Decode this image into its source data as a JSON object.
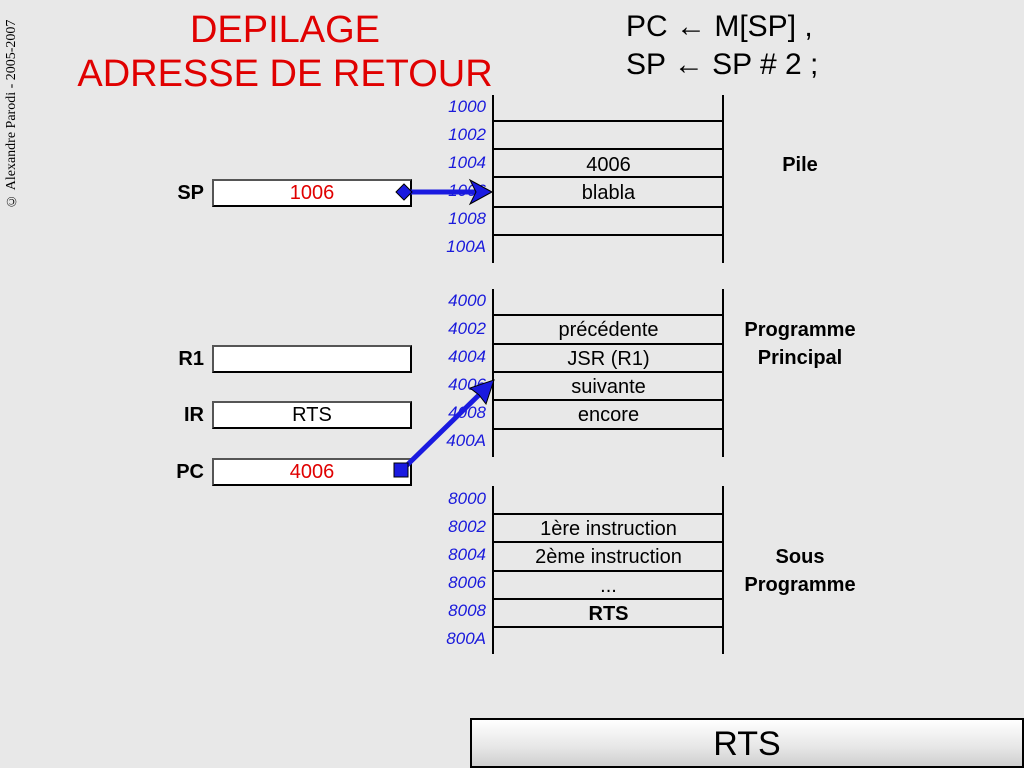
{
  "copyright": "© Alexandre Parodi - 2005-2007",
  "title": [
    "DEPILAGE",
    "ADRESSE DE RETOUR"
  ],
  "formula": [
    "PC ← M[SP] ,",
    "SP ← SP # 2 ;"
  ],
  "segments": [
    {
      "label": "Pile",
      "addresses": [
        "1000",
        "1002",
        "1004",
        "1006",
        "1008",
        "100A"
      ],
      "cells": [
        "",
        "4006",
        "blabla",
        "",
        ""
      ]
    },
    {
      "label": "Programme\nPrincipal",
      "addresses": [
        "4000",
        "4002",
        "4004",
        "4006",
        "4008",
        "400A"
      ],
      "cells": [
        "précédente",
        "JSR (R1)",
        "suivante",
        "encore",
        ""
      ]
    },
    {
      "label": "Sous\nProgramme",
      "addresses": [
        "8000",
        "8002",
        "8004",
        "8006",
        "8008",
        "800A"
      ],
      "cells": [
        "1ère instruction",
        "2ème instruction",
        "...",
        "RTS",
        ""
      ]
    }
  ],
  "registers": [
    {
      "name": "SP",
      "value": "1006",
      "highlight": true
    },
    {
      "name": "R1",
      "value": "",
      "highlight": false
    },
    {
      "name": "IR",
      "value": "RTS",
      "highlight": false
    },
    {
      "name": "PC",
      "value": "4006",
      "highlight": true
    }
  ],
  "instruction": "RTS",
  "colors": {
    "title": "#e00000",
    "address": "#1a1adb",
    "arrow": "#1a1ae0",
    "background": "#e8e8e8"
  }
}
